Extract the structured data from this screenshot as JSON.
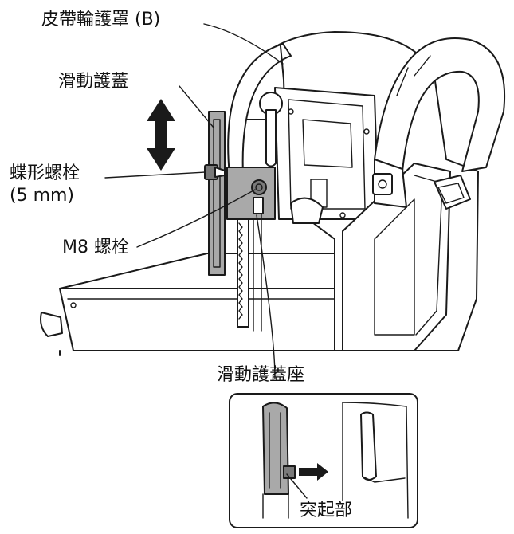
{
  "labels": {
    "belt_guard": "皮帶輪護罩 (B)",
    "slide_guard": "滑動護蓋",
    "wing_bolt_line1": "蝶形螺栓",
    "wing_bolt_line2": "(5 mm)",
    "m8_bolt": "M8 螺栓",
    "slide_guard_seat": "滑動護蓋座",
    "protrusion": "突起部"
  }
}
